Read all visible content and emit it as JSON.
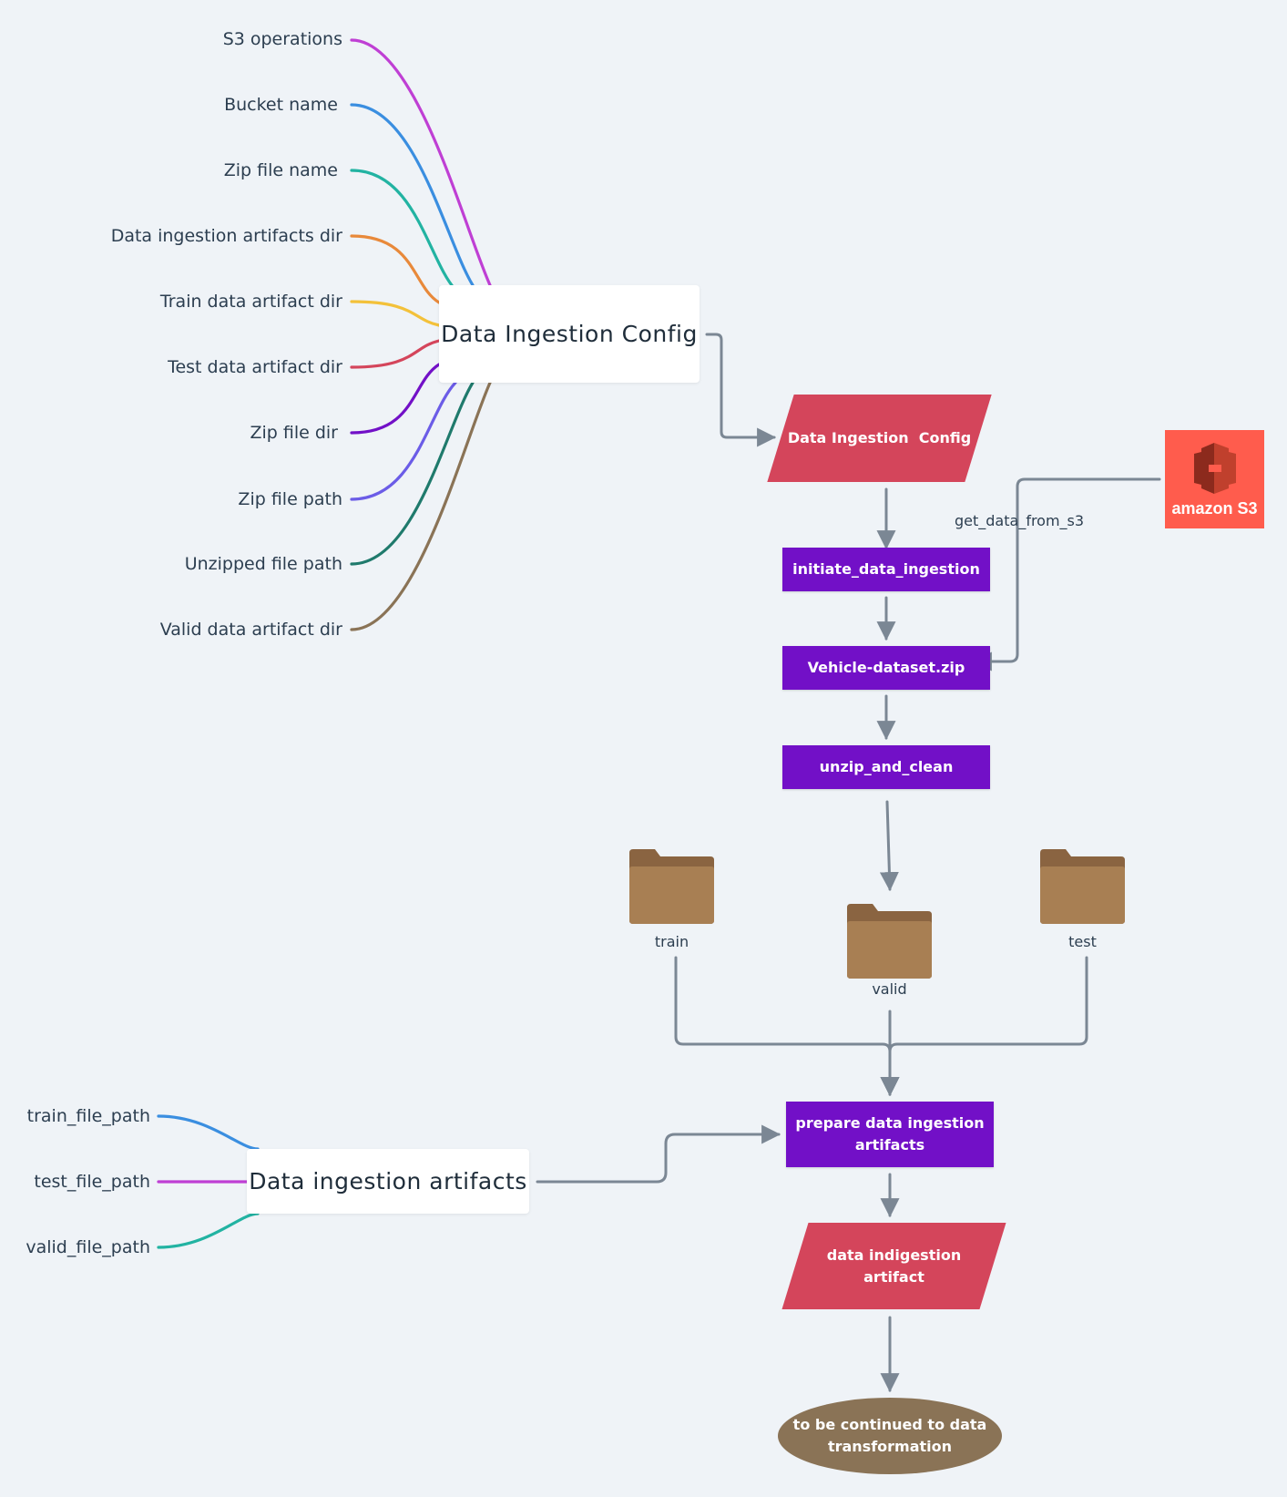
{
  "config_topic": {
    "label": "Data Ingestion Config"
  },
  "config_branches": [
    {
      "label": "S3 operations",
      "color": "#bf3fd4"
    },
    {
      "label": "Bucket name",
      "color": "#3a8ee0"
    },
    {
      "label": "Zip file name",
      "color": "#22b3a2"
    },
    {
      "label": "Data ingestion artifacts dir",
      "color": "#e8893a"
    },
    {
      "label": "Train data artifact dir",
      "color": "#f3c13a"
    },
    {
      "label": "Test data artifact dir",
      "color": "#d4455b"
    },
    {
      "label": "Zip file dir",
      "color": "#7210c7"
    },
    {
      "label": "Zip file path",
      "color": "#6b5ce7"
    },
    {
      "label": "Unzipped file path",
      "color": "#1f7a6c"
    },
    {
      "label": "Valid data artifact dir",
      "color": "#8a7356"
    }
  ],
  "flow": {
    "config_node": "Data Ingestion  Config",
    "initiate": "initiate_data_ingestion",
    "zip": "Vehicle-dataset.zip",
    "unzip": "unzip_and_clean",
    "prepare": "prepare data ingestion\nartifacts",
    "artifact": "data indigestion\nartifact",
    "continue": "to be continued to data\ntransformation",
    "s3_edge_label": "get_data_from_s3",
    "s3_logo_text": "amazon S3"
  },
  "folders": [
    {
      "label": "train"
    },
    {
      "label": "valid"
    },
    {
      "label": "test"
    }
  ],
  "artifacts_topic": {
    "label": "Data ingestion artifacts"
  },
  "artifact_branches": [
    {
      "label": "train_file_path",
      "color": "#3a8ee0"
    },
    {
      "label": "test_file_path",
      "color": "#bf3fd4"
    },
    {
      "label": "valid_file_path",
      "color": "#22b3a2"
    }
  ],
  "colors": {
    "arrow": "#7b8794",
    "process": "#7210c7",
    "io": "#d4455b",
    "terminal": "#8a7356",
    "s3": "#ff5c4d",
    "folder": "#a87f53",
    "folder_tab": "#8a6441"
  }
}
